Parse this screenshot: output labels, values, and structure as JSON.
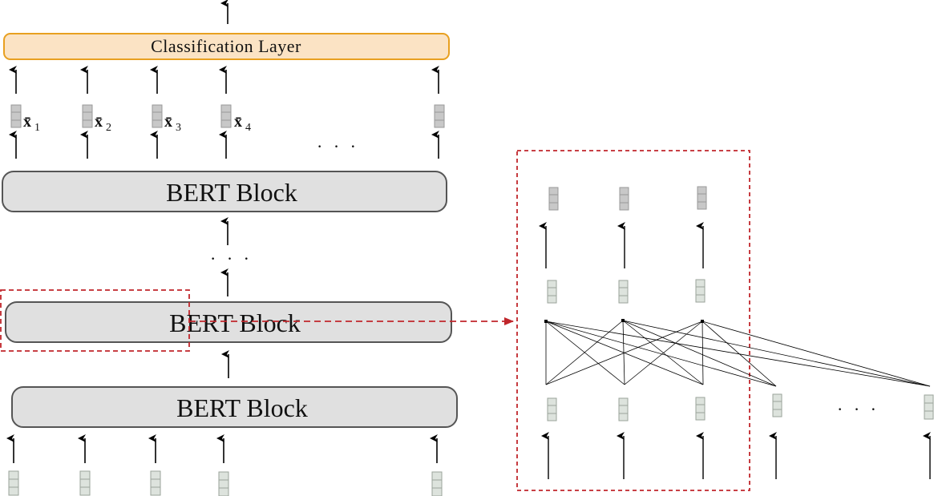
{
  "classification_layer": {
    "label": "Classification Layer"
  },
  "bert_blocks": [
    {
      "label": "BERT Block"
    },
    {
      "label": "BERT Block"
    },
    {
      "label": "BERT Block"
    }
  ],
  "output_vectors": [
    {
      "symbol": "x̄",
      "subscript": "1"
    },
    {
      "symbol": "x̄",
      "subscript": "2"
    },
    {
      "symbol": "x̄",
      "subscript": "3"
    },
    {
      "symbol": "x̄",
      "subscript": "4"
    }
  ],
  "ellipsis": "· · ·",
  "colors": {
    "classification_fill": "#fbe3c4",
    "classification_border": "#e8a020",
    "block_fill": "#e0e0e0",
    "block_border": "#555555",
    "highlight": "#c0262b",
    "input_token_fill": "#dde3dd",
    "input_token_border": "#9aa39a",
    "output_token_fill": "#c8c8c8",
    "output_token_border": "#999999"
  }
}
